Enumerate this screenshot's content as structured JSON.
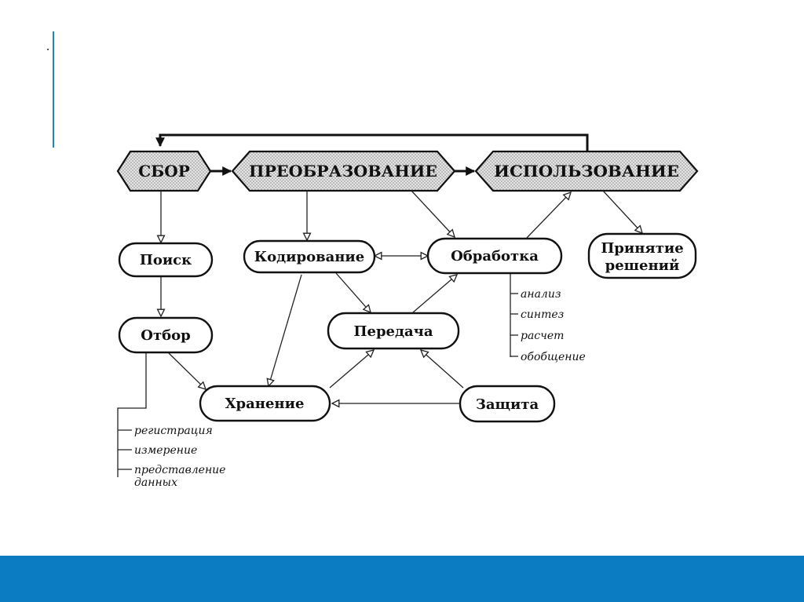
{
  "stages": {
    "collect": "СБОР",
    "transform": "ПРЕОБРАЗОВАНИЕ",
    "use": "ИСПОЛЬЗОВАНИЕ"
  },
  "nodes": {
    "search": "Поиск",
    "selection": "Отбор",
    "coding": "Кодирование",
    "processing": "Обработка",
    "transfer": "Передача",
    "storage": "Хранение",
    "protection": "Защита",
    "decision_line1": "Принятие",
    "decision_line2": "решений"
  },
  "processing_items": [
    "анализ",
    "синтез",
    "расчет",
    "обобщение"
  ],
  "selection_items": [
    "регистрация",
    "измерение",
    "представление",
    "данных"
  ],
  "colors": {
    "accent_line": "#1a86c8",
    "footer_band": "#0b7cc1"
  }
}
